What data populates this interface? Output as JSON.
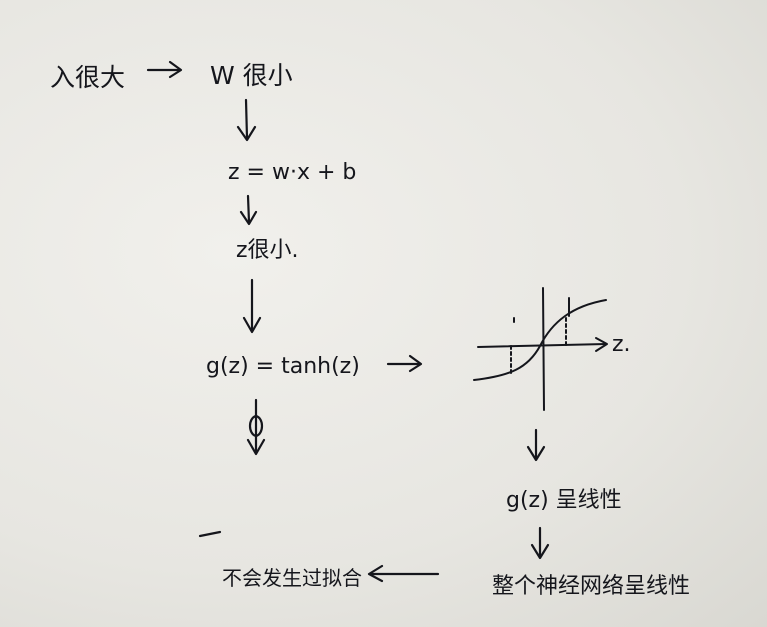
{
  "notes": {
    "line1_left": "入很大",
    "line1_right": "W 很小",
    "line2": "z = w·x + b",
    "line3": "z很小.",
    "line4": "g(z) = tanh(z)",
    "graph_axis_label": "z.",
    "line5": "g(z) 呈线性",
    "line6": "整个神经网络呈线性",
    "line7": "不会发生过拟合"
  },
  "ink_color": "#15161c",
  "paper_color": "#e9e8e3"
}
